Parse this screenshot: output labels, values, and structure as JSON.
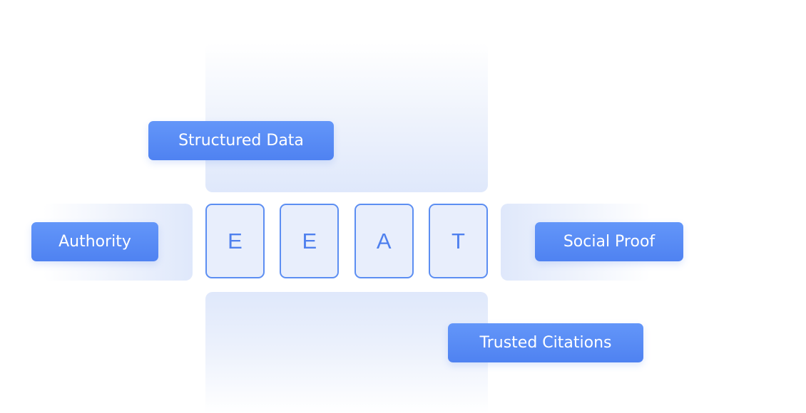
{
  "diagram": {
    "letters": [
      "E",
      "E",
      "A",
      "T"
    ],
    "labels": {
      "top": "Structured Data",
      "left": "Authority",
      "right": "Social Proof",
      "bottom": "Trusted Citations"
    }
  },
  "colors": {
    "accent": "#5585f4",
    "tile_border": "#5c8ef2",
    "tile_fill": "#e8eefc",
    "panel_fill": "#dfe8fb",
    "label_text": "#ffffff"
  }
}
